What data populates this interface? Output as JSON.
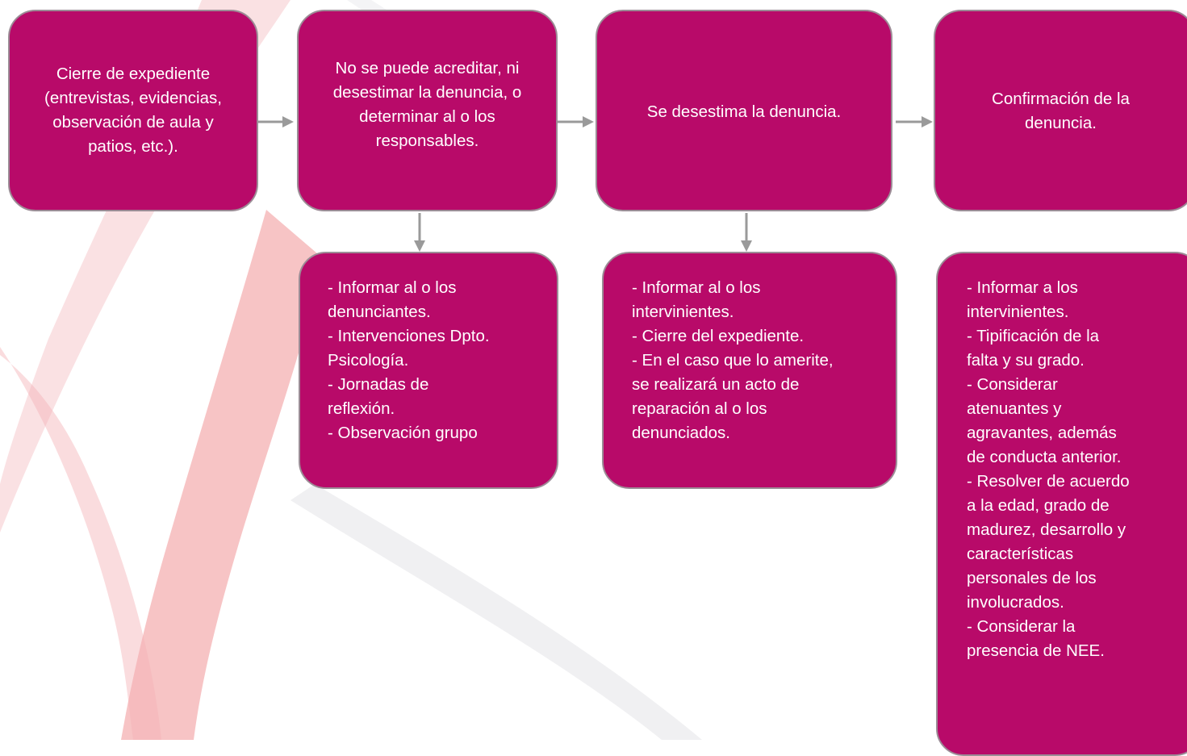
{
  "diagram": {
    "top_row": [
      {
        "text": "Cierre de expediente (entrevistas, evidencias, observación de aula y patios, etc.)."
      },
      {
        "text": "No se puede acreditar, ni desestimar la denuncia, o determinar al o los responsables."
      },
      {
        "text": "Se desestima la denuncia."
      },
      {
        "text": "Confirmación de la denuncia."
      }
    ],
    "bottom_row": [
      {
        "text": "- Informar al o los\ndenunciantes.\n- Intervenciones Dpto.\nPsicología.\n- Jornadas de\nreflexión.\n- Observación grupo"
      },
      {
        "text": "- Informar al o los\nintervinientes.\n- Cierre del expediente.\n- En el caso que lo amerite,\nse realizará un acto de\nreparación al o los\ndenunciados."
      },
      {
        "text": "- Informar a los\nintervinientes.\n- Tipificación de la\nfalta y su grado.\n- Considerar\natenuantes y\nagravantes, además\nde conducta anterior.\n- Resolver de acuerdo\na la edad, grado de\nmadurez, desarrollo y\ncaracterísticas\npersonales de los\ninvolucrados.\n- Considerar la\npresencia de NEE."
      }
    ]
  }
}
